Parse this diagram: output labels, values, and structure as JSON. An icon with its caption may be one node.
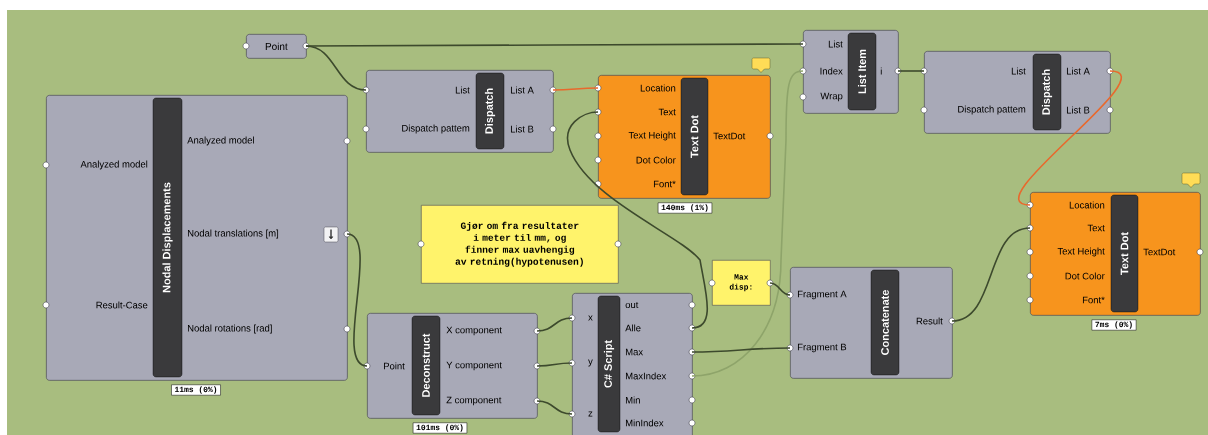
{
  "diagram": {
    "nodes": [
      {
        "text": [
          "Point"
        ]
      },
      {
        "text": [
          "Dispatch",
          "List",
          "Dispatch pattem",
          "List A",
          "List B"
        ]
      },
      {
        "text": [
          "Nodal Displacements",
          "Analyzed model",
          "Result-Case",
          "Analyzed model",
          "Nodal translations [m]",
          "Nodal rotations [rad]"
        ],
        "beside": [
          "11ms (0%)"
        ]
      },
      {
        "text": [
          "Text Dot",
          "Location",
          "Text",
          "Text Height",
          "Dot Color",
          "Font*",
          "TextDot"
        ],
        "beside": [
          "140ms (1%)"
        ]
      },
      {
        "text": [
          "List Item",
          "List",
          "Index",
          "Wrap",
          "i"
        ]
      },
      {
        "text": [
          "Dispatch",
          "List",
          "Dispatch pattem",
          "List A",
          "List B"
        ]
      },
      {
        "text": [
          "Text Dot",
          "Location",
          "Text",
          "Text Height",
          "Dot Color",
          "Font*",
          "TextDot"
        ],
        "beside": [
          "7ms (0%)"
        ]
      },
      {
        "text": [
          "Gjør om fra resultater i meter til mm, og finner max uavhengig av retning(hypotenusen)"
        ]
      },
      {
        "text": [
          "Max disp:"
        ]
      },
      {
        "text": [
          "Deconstruct",
          "Point",
          "X component",
          "Y component",
          "Z component"
        ],
        "beside": [
          "101ms (0%)"
        ]
      },
      {
        "text": [
          "C# Script",
          "x",
          "y",
          "z",
          "out",
          "Alle",
          "Max",
          "MaxIndex",
          "Min",
          "MinIndex"
        ]
      },
      {
        "text": [
          "Concatenate",
          "Fragment A",
          "Fragment B",
          "Result"
        ]
      }
    ],
    "edges": [
      {
        "from": 0,
        "to": 4,
        "arrow": "none"
      },
      {
        "from": 0,
        "to": 1,
        "arrow": "none"
      },
      {
        "from": 1,
        "to": 3,
        "arrow": "none",
        "color": "#e8692d"
      },
      {
        "from": 2,
        "to": 9,
        "arrow": "none"
      },
      {
        "from": 9,
        "to": 10,
        "arrow": "none"
      },
      {
        "from": 9,
        "to": 10,
        "arrow": "none"
      },
      {
        "from": 9,
        "to": 10,
        "arrow": "none"
      },
      {
        "from": 10,
        "to": 3,
        "arrow": "none"
      },
      {
        "from": 10,
        "to": 4,
        "arrow": "none",
        "color": "#8ea46a"
      },
      {
        "from": 4,
        "to": 5,
        "arrow": "none"
      },
      {
        "from": 5,
        "to": 6,
        "arrow": "none",
        "color": "#e8692d"
      },
      {
        "from": 8,
        "to": 11,
        "arrow": "none"
      },
      {
        "from": 10,
        "to": 11,
        "arrow": "none"
      },
      {
        "from": 11,
        "to": 6,
        "arrow": "none"
      }
    ]
  }
}
